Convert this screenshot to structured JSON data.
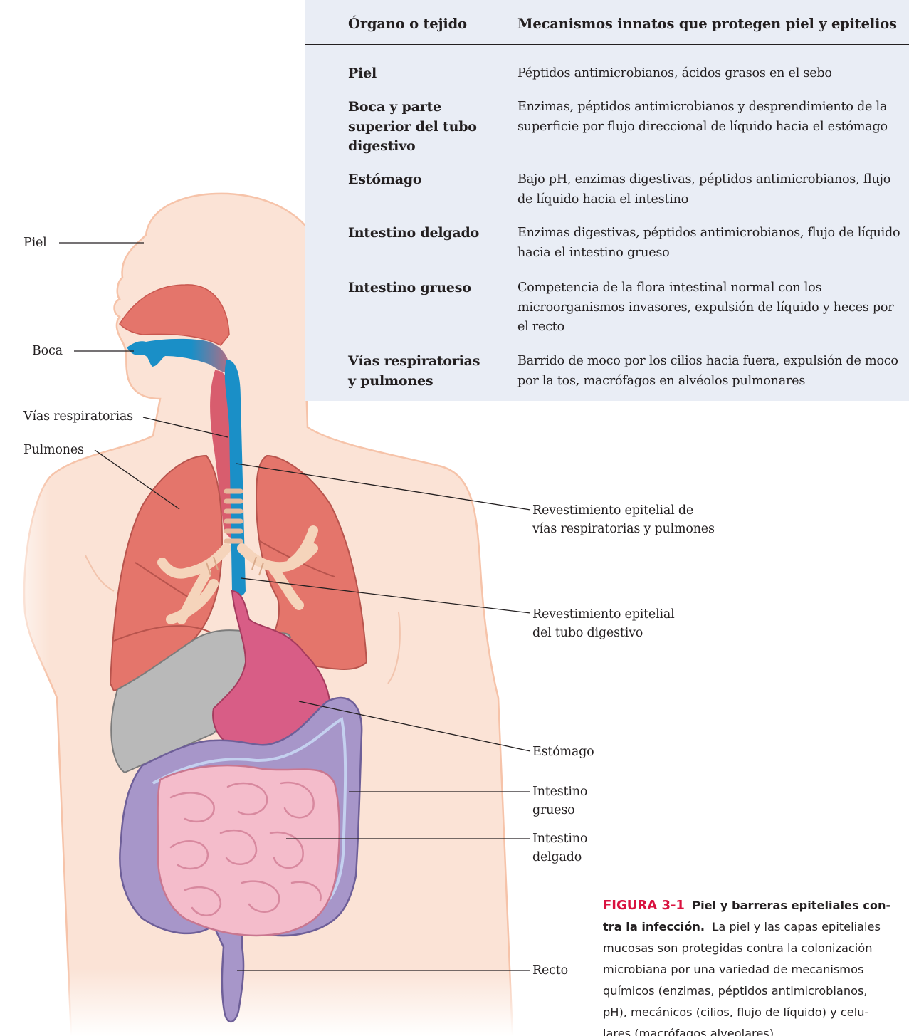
{
  "table": {
    "header_organ": "Órgano o tejido",
    "header_mechanism": "Mecanismos innatos que protegen piel y epitelios",
    "rows": [
      {
        "organ": "Piel",
        "mechanism": "Péptidos antimicrobianos, ácidos grasos en el sebo"
      },
      {
        "organ": "Boca y parte\nsuperior del tubo\ndigestivo",
        "mechanism": "Enzimas, péptidos antimicrobianos y desprendimiento de la superficie por flujo direccional de líquido hacia el estómago"
      },
      {
        "organ": "Estómago",
        "mechanism": "Bajo pH, enzimas digestivas, péptidos antimicrobianos, flujo de líquido hacia el intestino"
      },
      {
        "organ": "Intestino delgado",
        "mechanism": "Enzimas digestivas, péptidos antimicrobianos, flujo de líquido hacia el intestino grueso"
      },
      {
        "organ": "Intestino grueso",
        "mechanism": "Competencia de la flora intestinal normal con los microorganismos invasores, expulsión de líquido y heces por el recto"
      },
      {
        "organ": "Vías respiratorias\ny pulmones",
        "mechanism": "Barrido de moco por los cilios hacia fuera, expulsión de moco por la tos, macrófagos en alvéolos pulmonares"
      }
    ]
  },
  "labels": {
    "piel": "Piel",
    "boca": "Boca",
    "vias": "Vías respiratorias",
    "pulmones": "Pulmones",
    "rev_vias": "Revestimiento epitelial de\nvías respiratorias y pulmones",
    "rev_tubo": "Revestimiento epitelial\ndel tubo digestivo",
    "estomago": "Estómago",
    "grueso": "Intestino\ngrueso",
    "delgado": "Intestino\ndelgado",
    "recto": "Recto"
  },
  "caption": {
    "figure_number": "FIGURA 3-1",
    "title_line1": "Piel y barreras epiteliales con-",
    "title_line2": "tra la infección.",
    "line2_rest": "La piel y las capas epiteliales",
    "line3": "mucosas son protegidas contra la colonización",
    "line4": "microbiana por una variedad de mecanismos",
    "line5": "químicos (enzimas, péptidos antimicrobianos,",
    "line6": "pH), mecánicos (cilios, flujo de líquido) y celu-",
    "line7": "lares (macrófagos alveolares)."
  },
  "colors": {
    "skin": "#fbe3d6",
    "skin_outline": "#f6c3a9",
    "lung": "#e4756b",
    "airway_blue": "#1a8fc7",
    "bronchi": "#f5d4bb",
    "liver": "#b9b9b9",
    "stomach": "#d85d86",
    "large_intestine": "#a796c9",
    "small_intestine": "#f4bccb",
    "table_bg": "#e9edf5",
    "caption_red": "#d9123f"
  }
}
